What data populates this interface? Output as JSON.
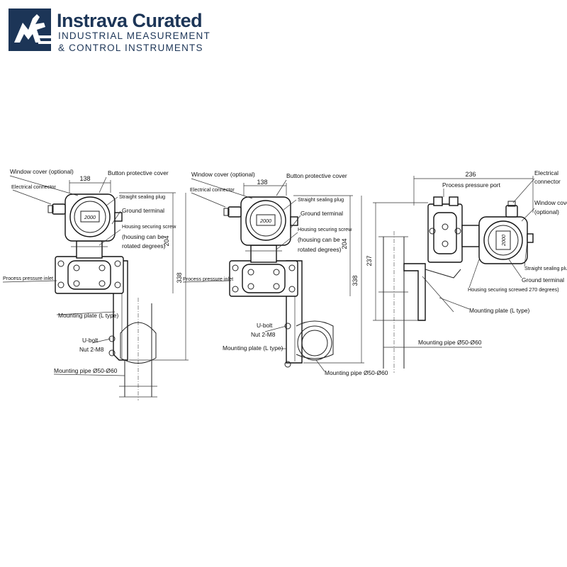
{
  "brand": {
    "name": "Instrava Curated",
    "tagline_1": "INDUSTRIAL MEASUREMENT",
    "tagline_2": "& CONTROL INSTRUMENTS",
    "color": "#1c3557"
  },
  "views": {
    "view1": {
      "window_cover": "Window cover (optional)",
      "button_cover": "Button protective cover",
      "electrical_connector": "Electrical connector",
      "sealing_plug": "Straight sealing plug",
      "ground_terminal": "Ground terminal",
      "housing_screw": "Housing securing screw",
      "housing_rotate_1": "(housing can be",
      "housing_rotate_2": "rotated degrees)",
      "process_inlet": "Process pressure inlet",
      "mounting_plate": "Mounting plate (L type)",
      "ubolt": "U-bolt",
      "nut": "Nut 2-M8",
      "mounting_pipe": "Mounting pipe Ø50-Ø60",
      "dim_width": "138",
      "dim_204": "204",
      "dim_338": "338",
      "display": "2000"
    },
    "view2": {
      "window_cover": "Window cover (optional)",
      "button_cover": "Button protective cover",
      "electrical_connector": "Electrical connector",
      "sealing_plug": "Straight sealing plug",
      "ground_terminal": "Ground terminal",
      "housing_screw": "Housing securing screw",
      "housing_rotate_1": "(housing can be",
      "housing_rotate_2": "rotated degrees)",
      "process_inlet": "Process pressure inlet",
      "ubolt": "U-bolt",
      "nut": "Nut 2-M8",
      "mounting_plate": "Mounting plate (L type)",
      "mounting_pipe": "Mounting pipe Ø50-Ø60",
      "dim_width": "138",
      "dim_204": "204",
      "dim_338": "338",
      "display": "2000"
    },
    "view3": {
      "dim_width": "236",
      "process_port": "Process pressure port",
      "electrical_connector_1": "Electrical",
      "electrical_connector_2": "connector",
      "window_cover_1": "Window cover",
      "window_cover_2": "(optional)",
      "sealing_plug": "Straight sealing plug",
      "ground_terminal": "Ground terminal",
      "housing_screw": "Housing securing screwed 270 degrees)",
      "mounting_plate": "Mounting plate (L type)",
      "mounting_pipe": "Mounting pipe Ø50-Ø60",
      "dim_237": "237",
      "display": "2000"
    }
  }
}
